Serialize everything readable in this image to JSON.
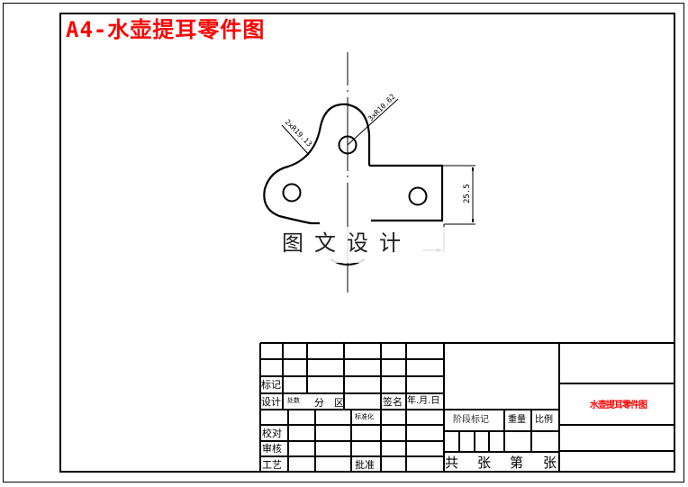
{
  "drawing": {
    "title": "A4-水壶提耳零件图",
    "title_color": "#ff0000",
    "watermark": "图文设计",
    "dimensions": {
      "radius_large": "2xR19.13",
      "radius_small": "3xR10.62",
      "height": "25.5"
    }
  },
  "title_block": {
    "upper_left": {
      "mark": "标记",
      "design": "设计",
      "count": "处数",
      "zone": "分　区",
      "signature": "签名",
      "date": "年.月.日"
    },
    "lower_left": {
      "standardize": "标准化",
      "check": "校对",
      "review": "审核",
      "process": "工艺",
      "approve": "批准"
    },
    "middle": {
      "stage_mark": "阶段标记",
      "weight": "重量",
      "scale": "比例",
      "total": "共",
      "sheet1": "张",
      "number": "第",
      "sheet2": "张"
    },
    "right": {
      "drawing_name": "水壶提耳零件图",
      "drawing_name_color": "#ff0000"
    }
  }
}
